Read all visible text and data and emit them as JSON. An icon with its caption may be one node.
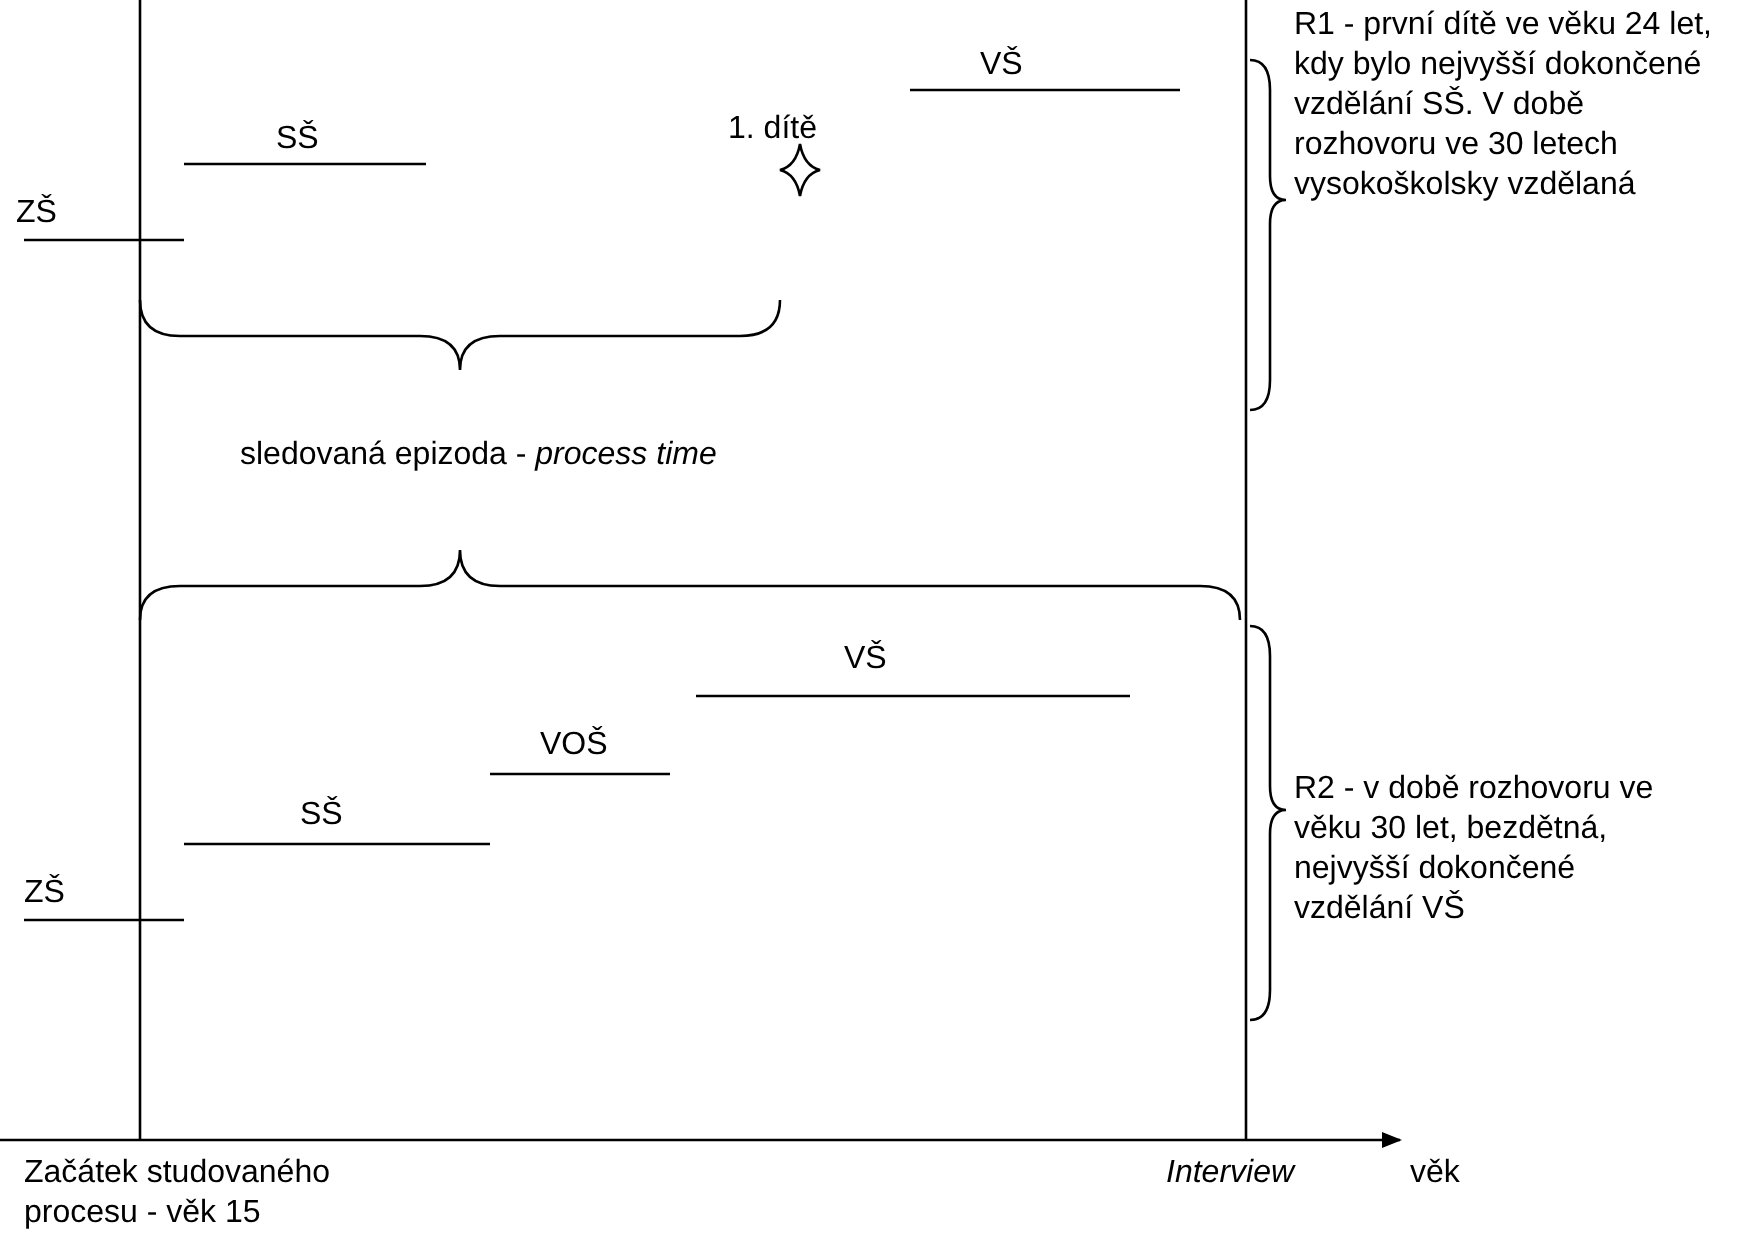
{
  "diagram": {
    "labels": [
      "VŠ",
      "1. dítě",
      "SŠ",
      "R1 - první dítě ve věku 24 let, kdy bylo nejvyšší dokončené vzdělání SŠ. V době rozhovoru ve 30 letech vysokoškolsky vzdělaná",
      "ZŠ",
      "sledovaná epizoda - *process time*",
      "VŠ",
      "VOŠ",
      "SŠ",
      "R2 - v době rozhovoru ve věku 30 let, bezdětná, nejvyšší dokončené vzdělání VŠ",
      "ZŠ",
      "Začátek studovaného procesu - věk 15",
      "Interview",
      "věk"
    ]
  }
}
